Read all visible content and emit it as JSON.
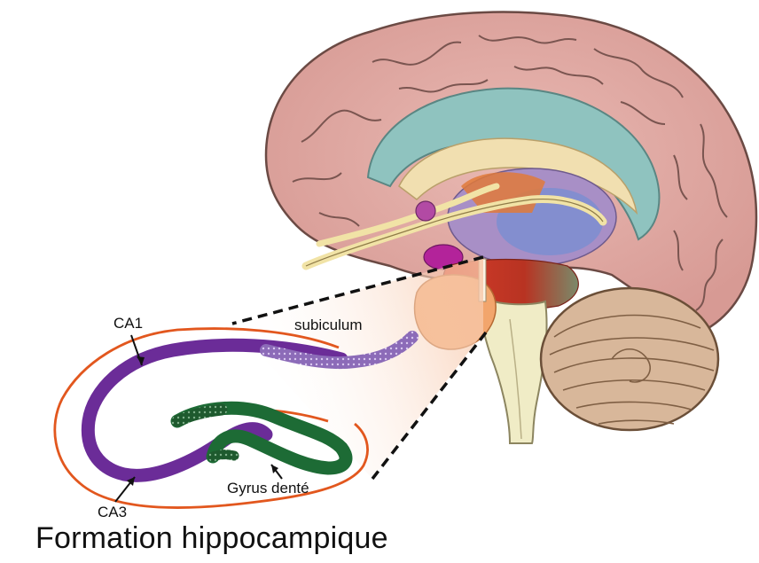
{
  "labels": {
    "ca1": "CA1",
    "ca3": "CA3",
    "subiculum": "subiculum",
    "gyrus_dente": "Gyrus denté"
  },
  "caption": "Formation hippocampique"
}
